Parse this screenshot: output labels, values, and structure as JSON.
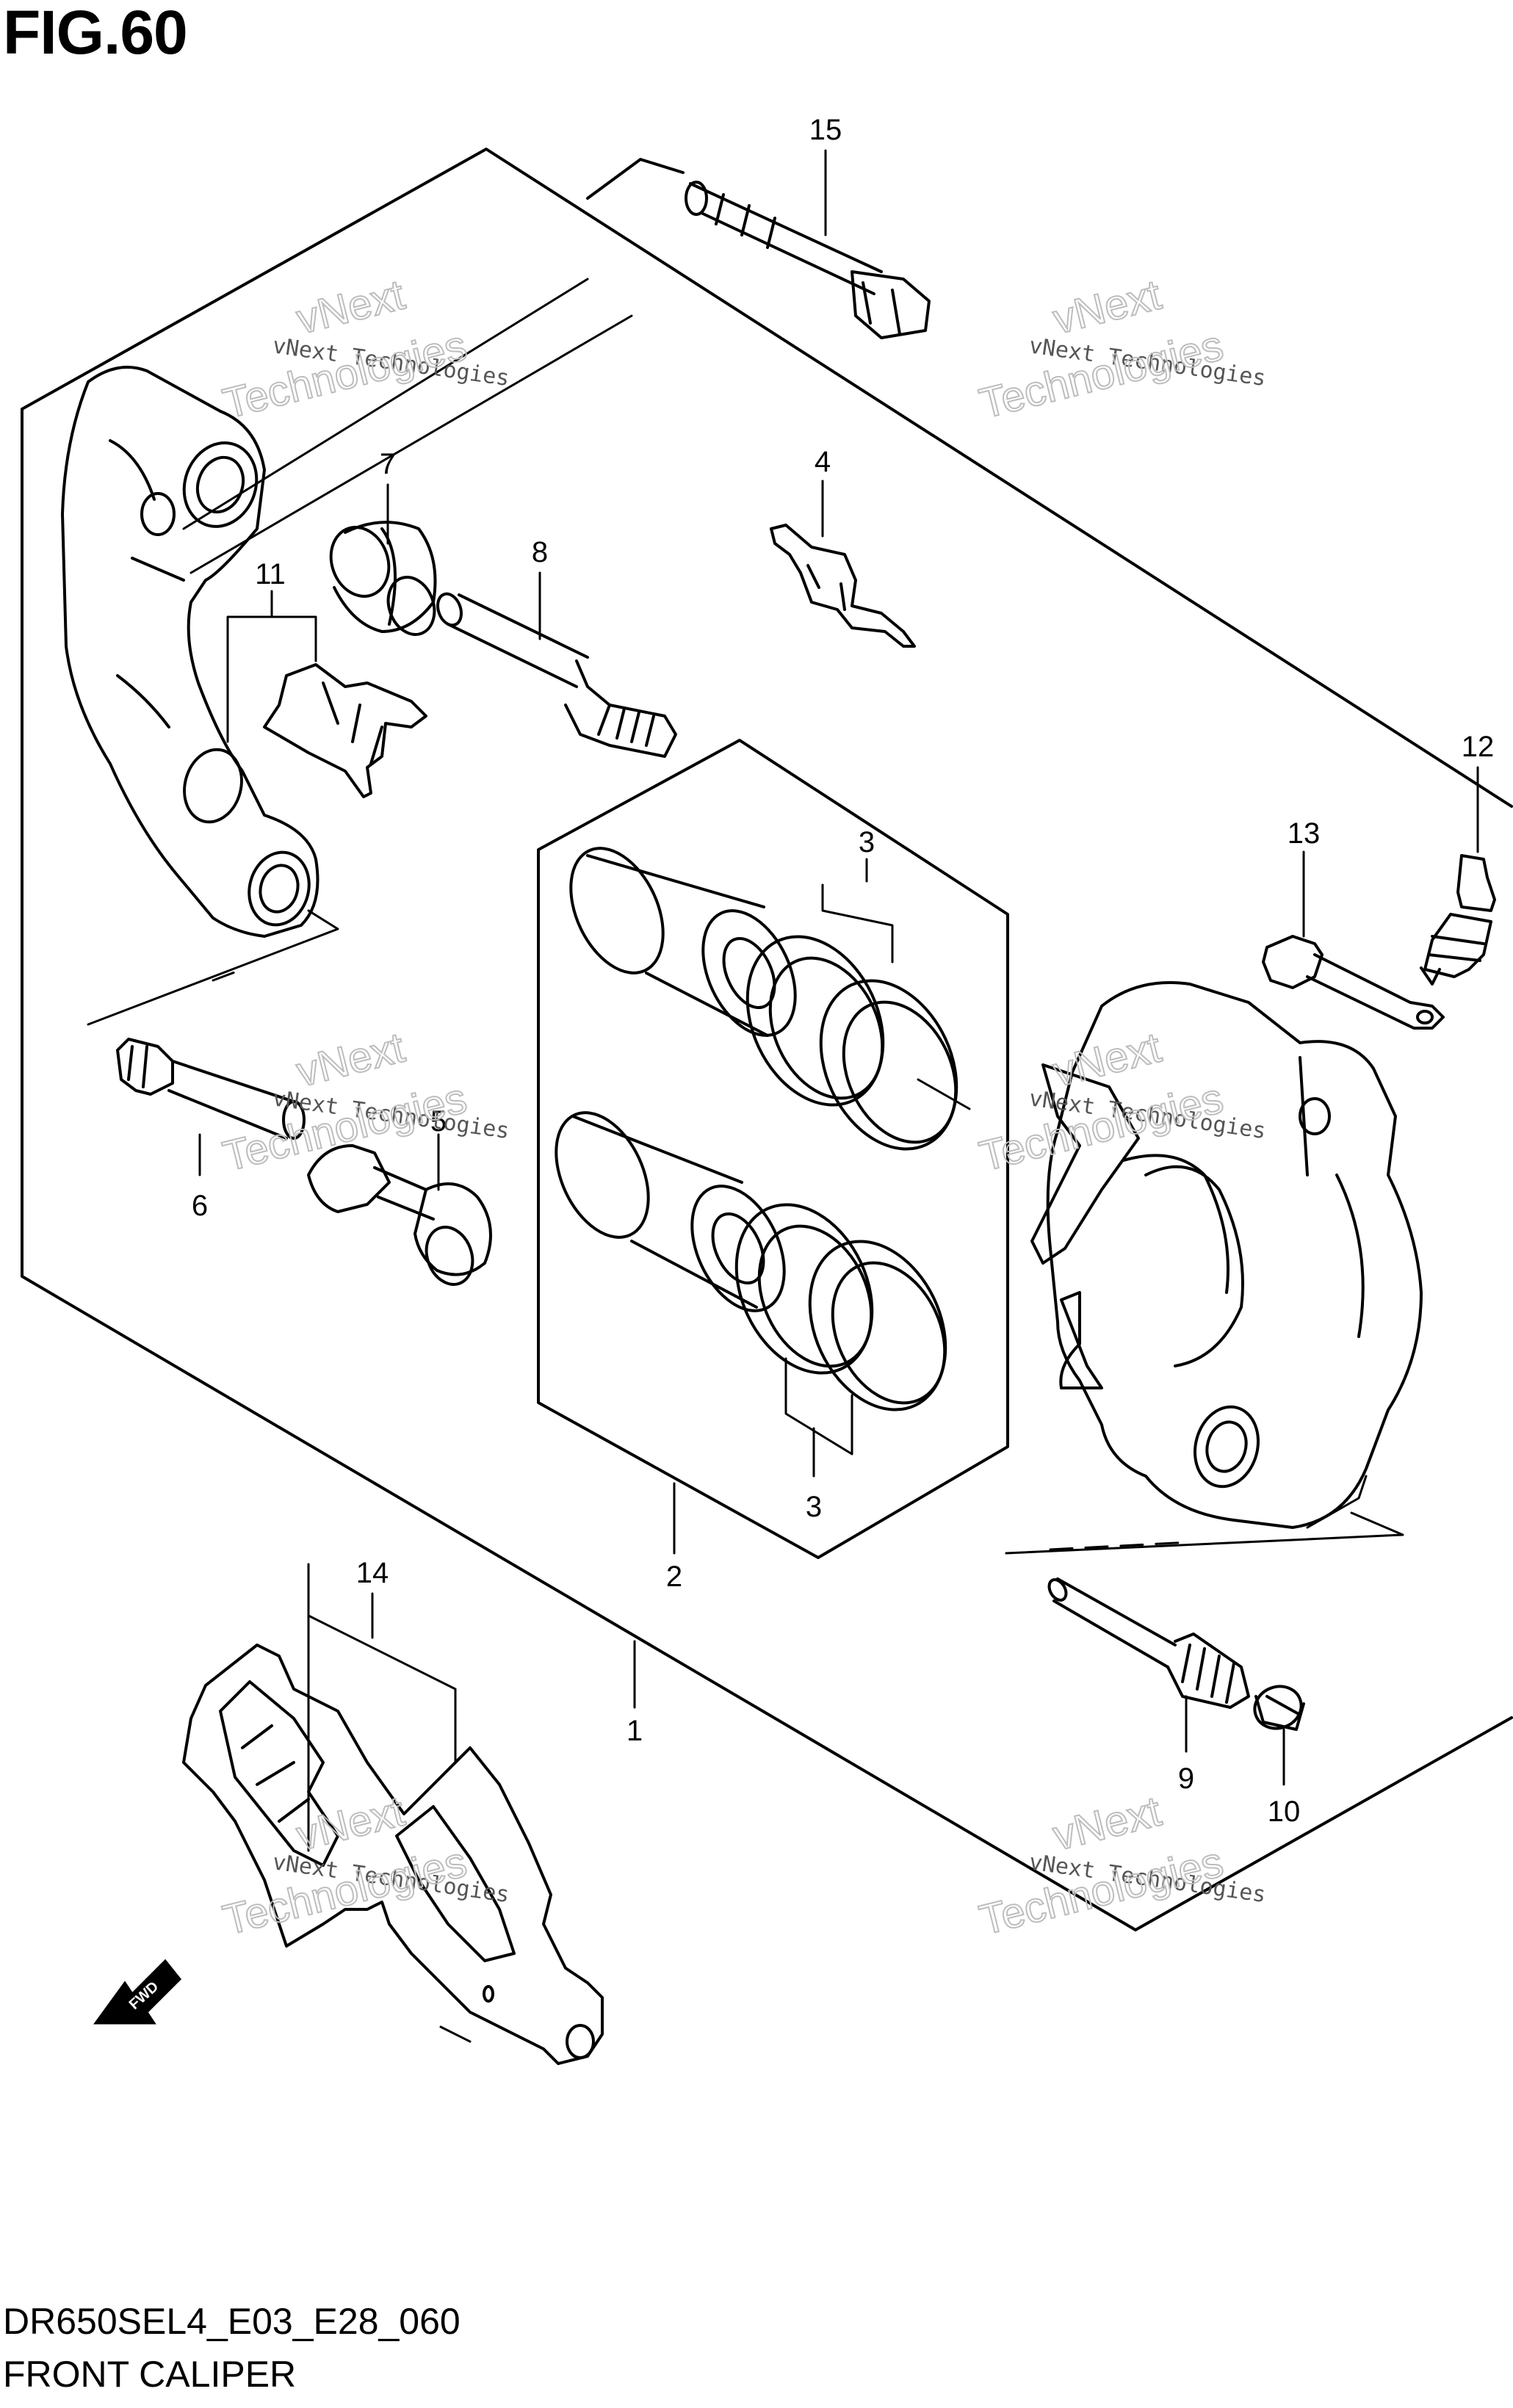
{
  "figure": {
    "title": "FIG.60",
    "code": "DR650SEL4_E03_E28_060",
    "name": "FRONT CALIPER"
  },
  "fwd_label": "FWD",
  "watermarks": {
    "line1": "vNext Technologies",
    "line2": "vNext",
    "line3": "Technologies"
  },
  "callouts": [
    "1",
    "2",
    "3",
    "4",
    "5",
    "6",
    "7",
    "8",
    "9",
    "10",
    "11",
    "12",
    "13",
    "14",
    "15"
  ]
}
